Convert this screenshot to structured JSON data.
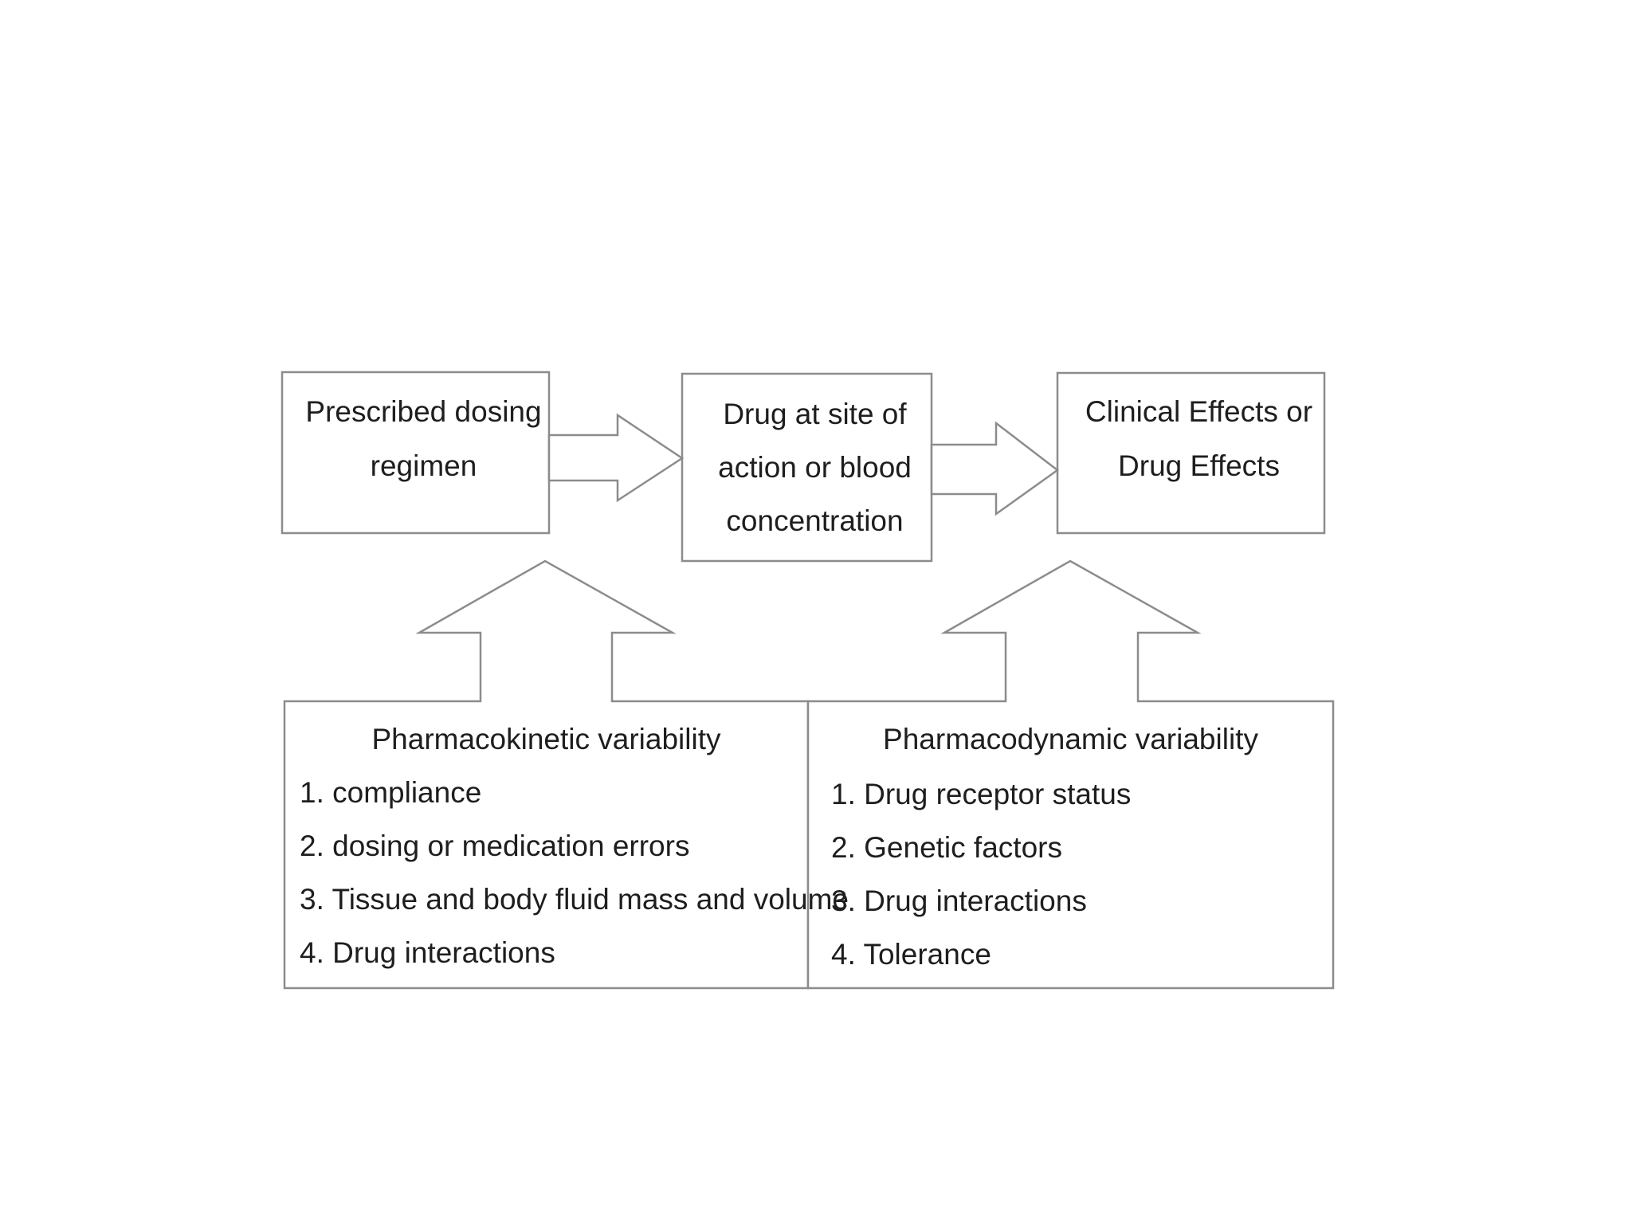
{
  "nodes": {
    "dosing": {
      "lines": [
        "Prescribed dosing",
        "regimen"
      ]
    },
    "drug_site": {
      "lines": [
        "Drug at site of",
        "action or blood",
        "concentration"
      ]
    },
    "effects": {
      "lines": [
        "Clinical Effects or",
        "Drug Effects"
      ]
    }
  },
  "pk": {
    "title": "Pharmacokinetic variability",
    "items": [
      "1. compliance",
      "2. dosing or medication errors",
      "3. Tissue and body fluid mass and volume",
      "4. Drug interactions"
    ]
  },
  "pd": {
    "title": "Pharmacodynamic variability",
    "items": [
      "1. Drug receptor status",
      "2. Genetic factors",
      "3. Drug interactions",
      "4. Tolerance"
    ]
  },
  "colors": {
    "stroke": "#8c8c8c",
    "text": "#1e1e1e",
    "background": "#ffffff"
  }
}
